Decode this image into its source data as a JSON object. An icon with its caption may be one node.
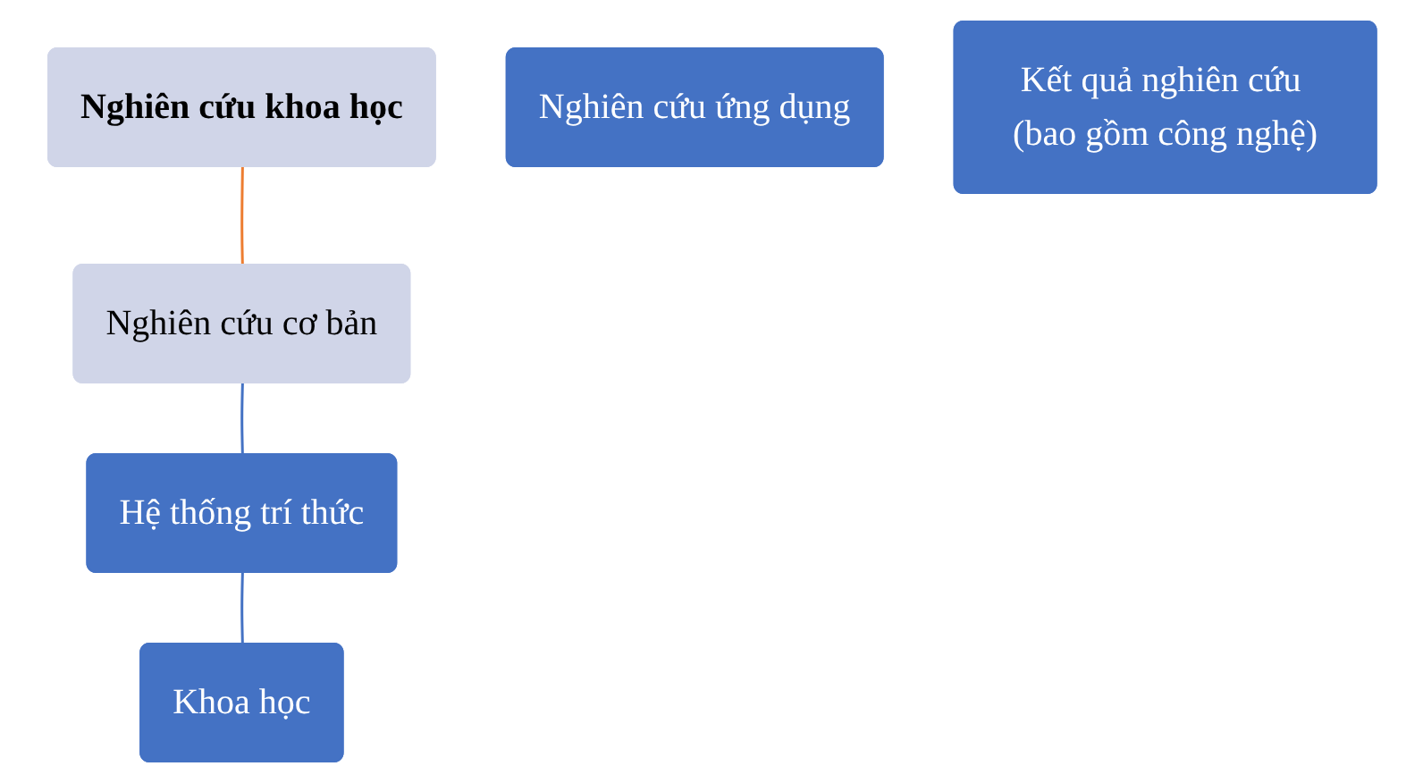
{
  "diagram": {
    "nodes": [
      {
        "text": [
          "Nghiên cứu khoa học"
        ]
      },
      {
        "text": [
          "Nghiên cứu cơ bản"
        ]
      },
      {
        "text": [
          "Nghiên cứu ứng dụng"
        ]
      },
      {
        "text": [
          "Hệ thống trí thức"
        ]
      },
      {
        "text": [
          "Khoa học"
        ]
      },
      {
        "text": [
          "Kết quả nghiên cứu (bao gồm công nghệ)"
        ]
      }
    ],
    "edges": [
      {
        "from": 0,
        "to": 1,
        "arrow": "none",
        "color": "#ed7d31"
      },
      {
        "from": 1,
        "to": 3,
        "arrow": "none"
      },
      {
        "from": 3,
        "to": 4,
        "arrow": "none"
      }
    ]
  }
}
